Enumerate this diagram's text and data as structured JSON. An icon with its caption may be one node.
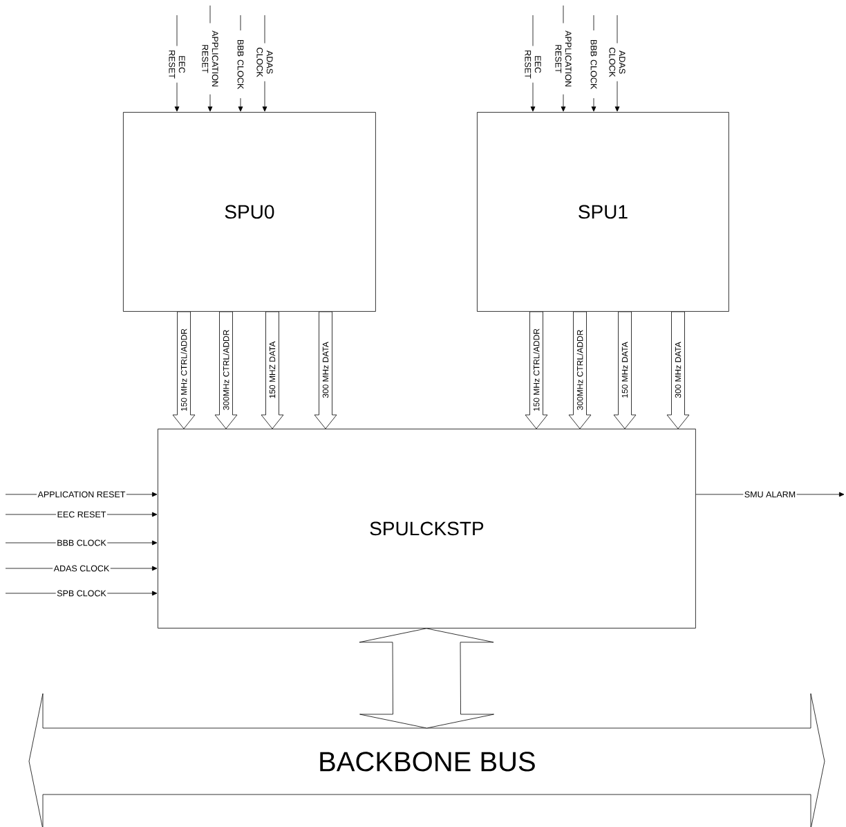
{
  "diagram": {
    "nodes": [
      {
        "text": [
          "SPU0"
        ]
      },
      {
        "text": [
          "SPU1"
        ]
      },
      {
        "text": [
          "SPULCKSTP"
        ]
      },
      {
        "text": [
          "BACKBONE BUS"
        ]
      }
    ],
    "edges": [
      {
        "from": null,
        "to": 0,
        "arrow": "to",
        "label": "EEC RESET"
      },
      {
        "from": null,
        "to": 0,
        "arrow": "to",
        "label": "APPLICATION RESET"
      },
      {
        "from": null,
        "to": 0,
        "arrow": "to",
        "label": "BBB CLOCK"
      },
      {
        "from": null,
        "to": 0,
        "arrow": "to",
        "label": "ADAS CLOCK"
      },
      {
        "from": null,
        "to": 1,
        "arrow": "to",
        "label": "EEC RESET"
      },
      {
        "from": null,
        "to": 1,
        "arrow": "to",
        "label": "APPLICATION RESET"
      },
      {
        "from": null,
        "to": 1,
        "arrow": "to",
        "label": "BBB CLOCK"
      },
      {
        "from": null,
        "to": 1,
        "arrow": "to",
        "label": "ADAS CLOCK"
      },
      {
        "from": 0,
        "to": 2,
        "arrow": "to",
        "label": "150 MHz CTRL/ADDR"
      },
      {
        "from": 0,
        "to": 2,
        "arrow": "to",
        "label": "300MHz CTRL/ADDR"
      },
      {
        "from": 0,
        "to": 2,
        "arrow": "to",
        "label": "150 MHZ DATA"
      },
      {
        "from": 0,
        "to": 2,
        "arrow": "to",
        "label": "300 MHz DATA"
      },
      {
        "from": 1,
        "to": 2,
        "arrow": "to",
        "label": "150 MHz CTRL/ADDR"
      },
      {
        "from": 1,
        "to": 2,
        "arrow": "to",
        "label": "300MHz CTRL/ADDR"
      },
      {
        "from": 1,
        "to": 2,
        "arrow": "to",
        "label": "150 MHz DATA"
      },
      {
        "from": 1,
        "to": 2,
        "arrow": "to",
        "label": "300 MHz DATA"
      },
      {
        "from": null,
        "to": 2,
        "arrow": "to",
        "label": "APPLICATION RESET"
      },
      {
        "from": null,
        "to": 2,
        "arrow": "to",
        "label": "EEC RESET"
      },
      {
        "from": null,
        "to": 2,
        "arrow": "to",
        "label": "BBB CLOCK"
      },
      {
        "from": null,
        "to": 2,
        "arrow": "to",
        "label": "ADAS CLOCK"
      },
      {
        "from": null,
        "to": 2,
        "arrow": "to",
        "label": "SPB CLOCK"
      },
      {
        "from": 2,
        "to": null,
        "arrow": "to",
        "label": "SMU ALARM"
      },
      {
        "from": 2,
        "to": 3,
        "arrow": "both"
      }
    ]
  }
}
